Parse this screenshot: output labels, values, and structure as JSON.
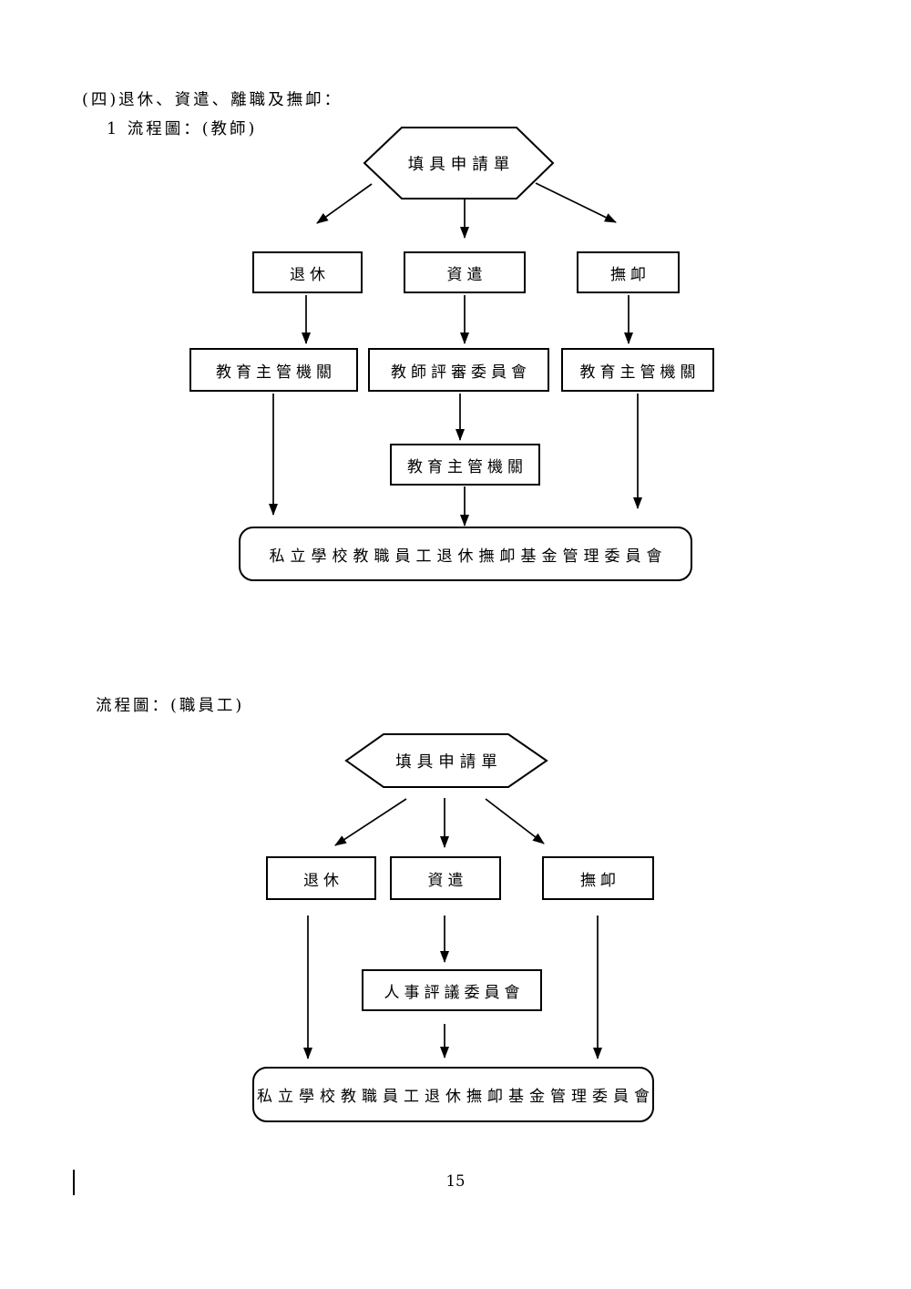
{
  "page": {
    "heading": "(四)退休、資遣、離職及撫卹：",
    "chart1_caption": "1 流程圖：(教師)",
    "chart2_caption": "流程圖：(職員工)",
    "page_number": "15"
  },
  "chart1": {
    "start": "填具申請單",
    "branches": [
      "退休",
      "資遣",
      "撫卹"
    ],
    "level2": [
      "教育主管機關",
      "教師評審委員會",
      "教育主管機關"
    ],
    "level3": "教育主管機關",
    "final": "私立學校教職員工退休撫卹基金管理委員會"
  },
  "chart2": {
    "start": "填具申請單",
    "branches": [
      "退休",
      "資遣",
      "撫卹"
    ],
    "level2": "人事評議委員會",
    "final": "私立學校教職員工退休撫卹基金管理委員會"
  }
}
